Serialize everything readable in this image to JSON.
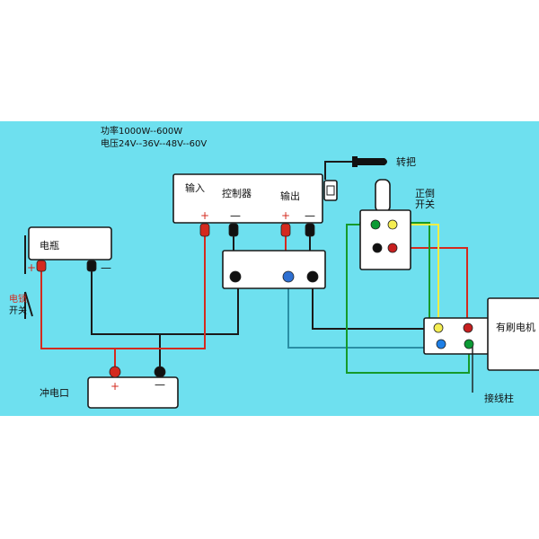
{
  "spec": {
    "power": "功率1000W--600W",
    "voltage": "电压24V--36V--48V--60V"
  },
  "controller": {
    "input_label": "输入",
    "name_label": "控制器",
    "output_label": "输出",
    "plus_sign": "+",
    "minus_sign": "—"
  },
  "throttle": {
    "label": "转把"
  },
  "reverse_switch": {
    "label_line1": "正倒",
    "label_line2": "开关"
  },
  "battery": {
    "label": "电瓶",
    "plus_sign": "+",
    "minus_sign": "—"
  },
  "lock_switch": {
    "label_line1": "电锁",
    "label_line2": "开关"
  },
  "charge_port": {
    "label": "冲电口",
    "plus_sign": "+",
    "minus_sign": "—"
  },
  "motor": {
    "label": "有刷电机"
  },
  "terminal": {
    "label": "接线柱"
  },
  "colors": {
    "background": "#6ee0ef",
    "wire_black": "#1a1a1a",
    "wire_red": "#d42a1e",
    "wire_blue": "#2a8fa5",
    "wire_green": "#169a2a",
    "wire_yellow": "#f2ee44",
    "plug_red": "#d42a1e",
    "plug_black": "#111111",
    "plug_blue": "#2e6fd1",
    "dot_green": "#0c9a35",
    "dot_yellow": "#f5ee52",
    "dot_red": "#c71f1f",
    "dot_blue": "#1e7fe6"
  }
}
